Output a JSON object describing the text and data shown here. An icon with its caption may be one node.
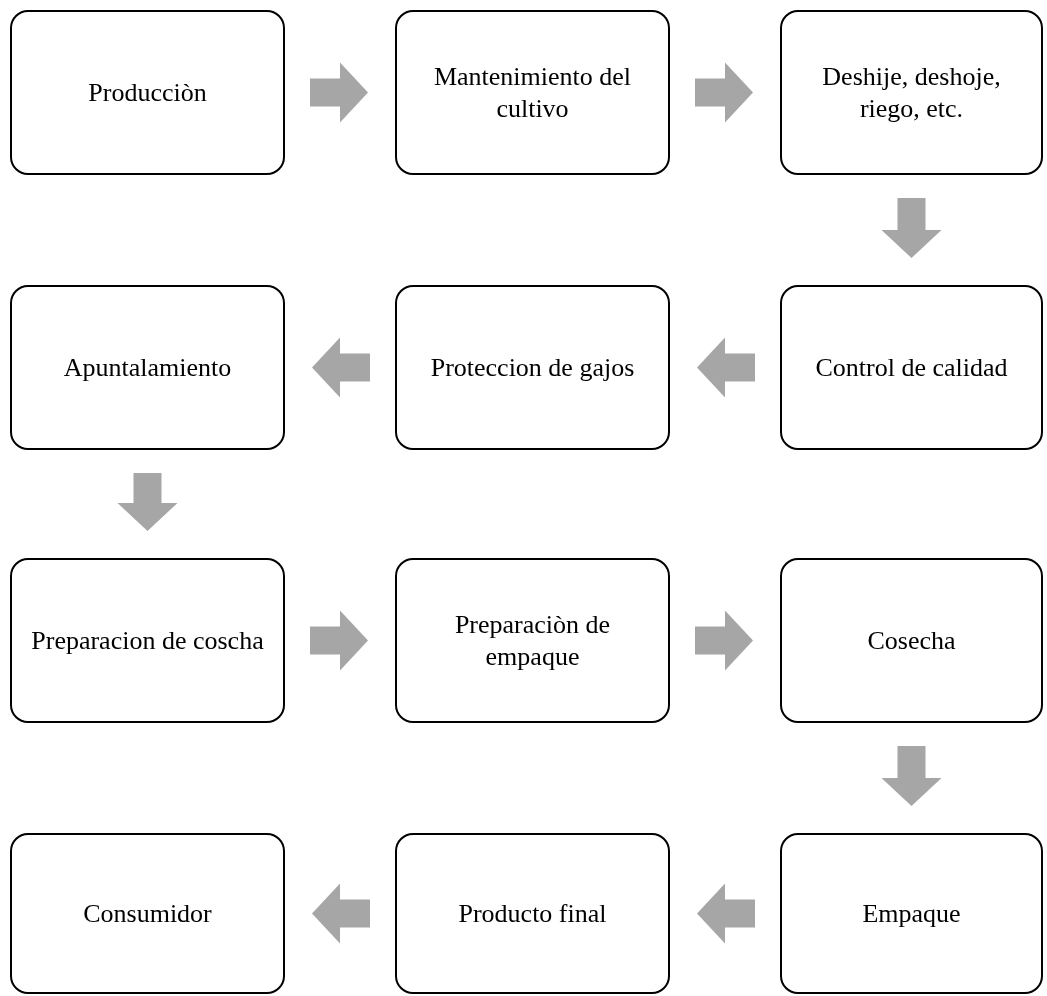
{
  "diagram": {
    "nodes": [
      {
        "text": [
          "Producciòn"
        ]
      },
      {
        "text": [
          "Mantenimiento del cultivo"
        ]
      },
      {
        "text": [
          "Deshije, deshoje, riego, etc."
        ]
      },
      {
        "text": [
          "Apuntalamiento"
        ]
      },
      {
        "text": [
          "Proteccion de gajos"
        ]
      },
      {
        "text": [
          "Control de calidad"
        ]
      },
      {
        "text": [
          "Preparacion de coscha"
        ]
      },
      {
        "text": [
          "Preparaciòn de empaque"
        ]
      },
      {
        "text": [
          "Cosecha"
        ]
      },
      {
        "text": [
          "Consumidor"
        ]
      },
      {
        "text": [
          "Producto final"
        ]
      },
      {
        "text": [
          "Empaque"
        ]
      }
    ],
    "edges": [
      {
        "from": 0,
        "to": 1,
        "arrow": "to"
      },
      {
        "from": 1,
        "to": 2,
        "arrow": "to"
      },
      {
        "from": 2,
        "to": 5,
        "arrow": "to"
      },
      {
        "from": 5,
        "to": 4,
        "arrow": "to"
      },
      {
        "from": 4,
        "to": 3,
        "arrow": "to"
      },
      {
        "from": 3,
        "to": 6,
        "arrow": "to"
      },
      {
        "from": 6,
        "to": 7,
        "arrow": "to"
      },
      {
        "from": 7,
        "to": 8,
        "arrow": "to"
      },
      {
        "from": 8,
        "to": 11,
        "arrow": "to"
      },
      {
        "from": 11,
        "to": 10,
        "arrow": "to"
      },
      {
        "from": 10,
        "to": 9,
        "arrow": "to"
      }
    ]
  }
}
